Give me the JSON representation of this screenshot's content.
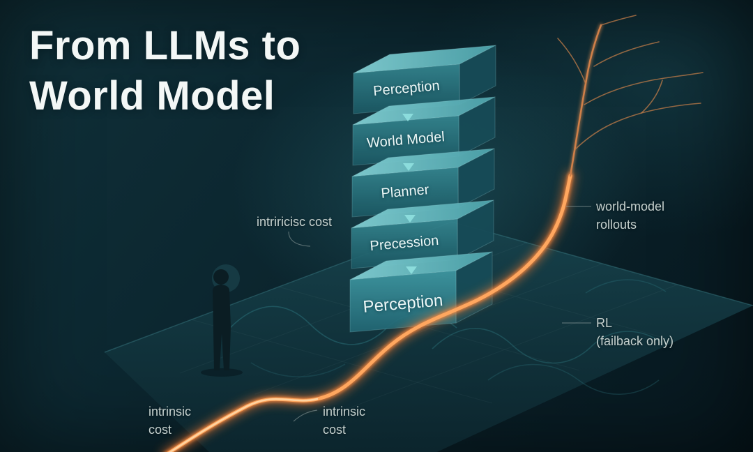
{
  "title": {
    "line1": "From LLMs to",
    "line2": "World Model"
  },
  "stack": {
    "blocks": [
      {
        "label": "Perception"
      },
      {
        "label": "World Model"
      },
      {
        "label": "Planner"
      },
      {
        "label": "Precession"
      },
      {
        "label": "Perception"
      }
    ]
  },
  "annotations": {
    "intrinsic_mid": {
      "text": "intriricisc cost"
    },
    "world_model_rollouts": {
      "line1": "world-model",
      "line2": "rollouts"
    },
    "rl_fallback": {
      "line1": "RL",
      "line2": "(failback only)"
    },
    "intrinsic_left": {
      "line1": "intrinsic",
      "line2": "cost"
    },
    "intrinsic_center": {
      "line1": "intrinsic",
      "line2": "cost"
    }
  },
  "colors": {
    "background": "#0b2229",
    "block_front_teal": "#2f7f89",
    "block_top_teal": "#6ec3c8",
    "accent_orange": "#ff8c3f",
    "text_light": "#ecf7f6",
    "label_gray": "#c6d1ce"
  }
}
